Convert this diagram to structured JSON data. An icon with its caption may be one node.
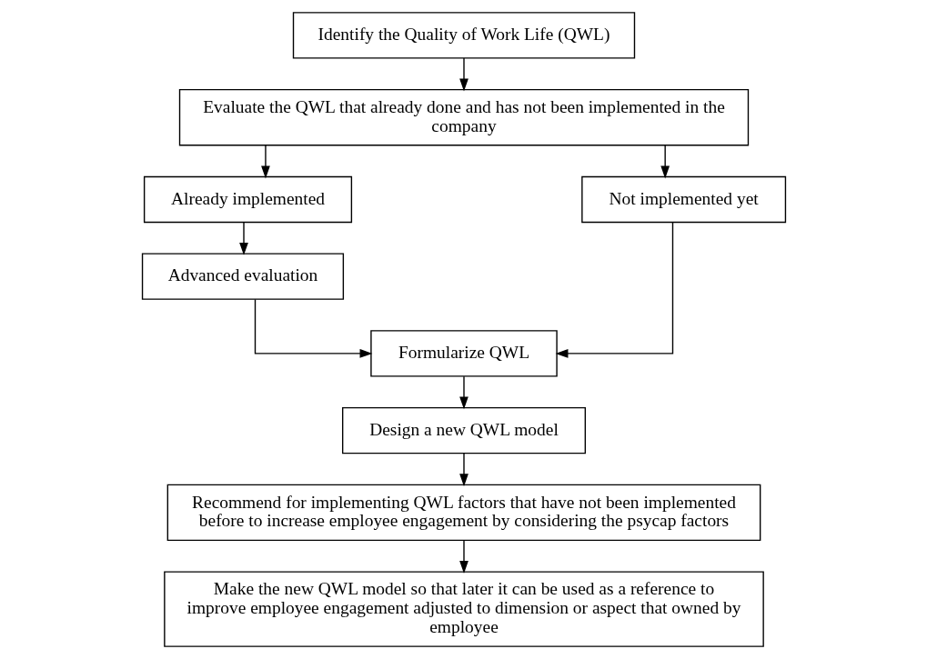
{
  "diagram": {
    "nodes": [
      {
        "text": [
          "Identify the Quality of Work Life (QWL)"
        ]
      },
      {
        "text": [
          "Evaluate the QWL that already done and has not been implemented in the company"
        ]
      },
      {
        "text": [
          "Already implemented"
        ]
      },
      {
        "text": [
          "Not implemented yet"
        ]
      },
      {
        "text": [
          "Advanced evaluation"
        ]
      },
      {
        "text": [
          "Formularize QWL"
        ]
      },
      {
        "text": [
          "Design a new QWL model"
        ]
      },
      {
        "text": [
          "Recommend for implementing QWL factors that have not been implemented before to increase employee engagement by considering the psycap factors"
        ]
      },
      {
        "text": [
          "Make the new QWL model so that later it can be used as a reference to improve employee engagement adjusted to dimension or aspect that owned by employee"
        ]
      }
    ],
    "edges": [
      {
        "from": 0,
        "to": 1,
        "arrow": "to"
      },
      {
        "from": 1,
        "to": 2,
        "arrow": "to"
      },
      {
        "from": 1,
        "to": 3,
        "arrow": "to"
      },
      {
        "from": 2,
        "to": 4,
        "arrow": "to"
      },
      {
        "from": 4,
        "to": 5,
        "arrow": "to"
      },
      {
        "from": 3,
        "to": 5,
        "arrow": "to"
      },
      {
        "from": 5,
        "to": 6,
        "arrow": "to"
      },
      {
        "from": 6,
        "to": 7,
        "arrow": "to"
      },
      {
        "from": 7,
        "to": 8,
        "arrow": "to"
      }
    ]
  }
}
